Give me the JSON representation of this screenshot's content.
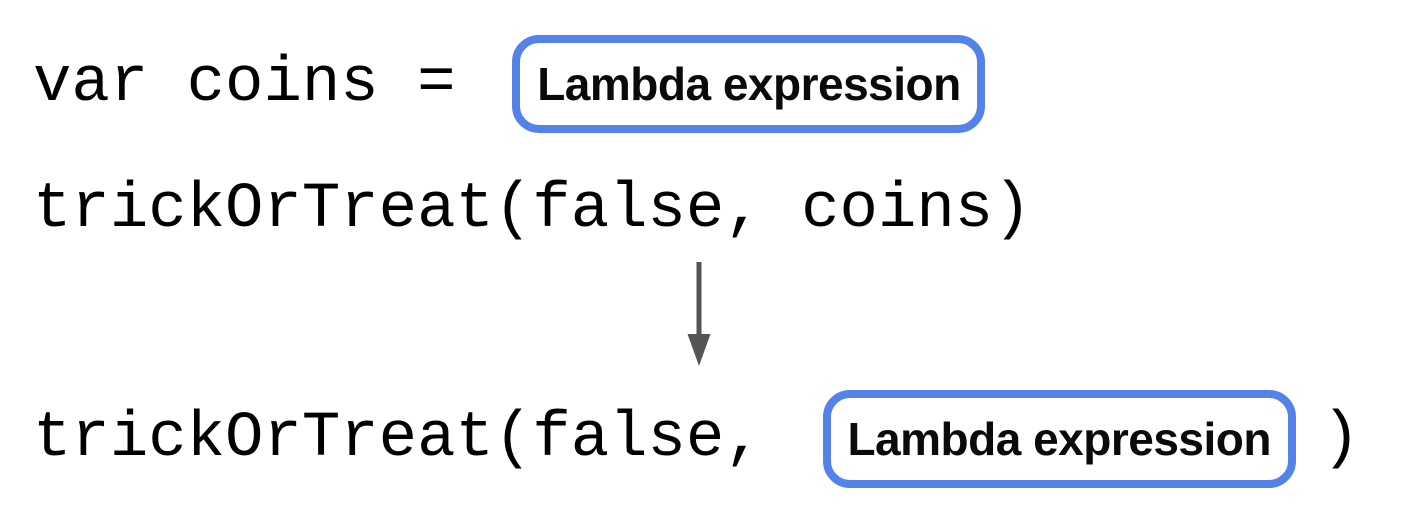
{
  "diagram": {
    "description": "Lambda expression substitution into a function call",
    "assignment_line": {
      "code": "var coins =",
      "pill_label": "Lambda expression"
    },
    "call_line": {
      "code": "trickOrTreat(false, coins)"
    },
    "arrow_icon": "down-arrow",
    "result_line": {
      "code_before": "trickOrTreat(false,",
      "pill_label": "Lambda expression",
      "code_after": ")"
    },
    "colors": {
      "background": "#ffffff",
      "pill_border": "#5383e8",
      "pill_text": "#0a0a0a",
      "code_text": "#000000",
      "arrow": "#555555"
    }
  }
}
